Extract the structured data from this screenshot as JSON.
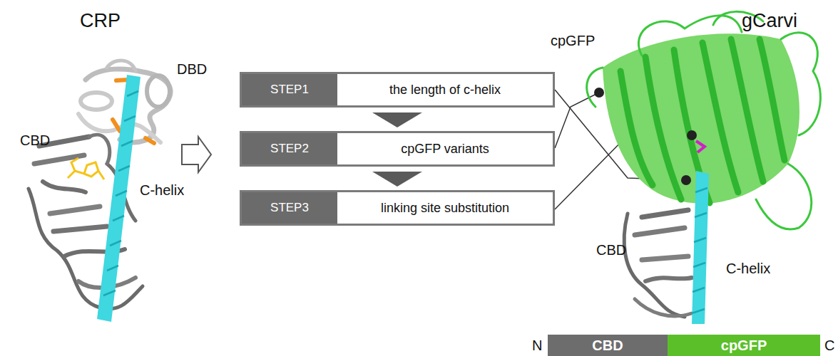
{
  "diagram": {
    "nodes": [
      {
        "text": [
          "STEP1",
          "the length of c-helix"
        ]
      },
      {
        "text": [
          "STEP2",
          "cpGFP variants"
        ]
      },
      {
        "text": [
          "STEP3",
          "linking site substitution"
        ]
      },
      {
        "text": [
          "CBD"
        ]
      },
      {
        "text": [
          "cpGFP"
        ]
      }
    ],
    "edges": [
      {
        "from": 0,
        "to": 1,
        "arrow": "to"
      },
      {
        "from": 1,
        "to": 2,
        "arrow": "to"
      }
    ],
    "labels": [
      "CRP",
      "DBD",
      "CBD",
      "C-helix",
      "gCarvi",
      "cpGFP",
      "CBD",
      "C-helix",
      "N",
      "C"
    ]
  }
}
